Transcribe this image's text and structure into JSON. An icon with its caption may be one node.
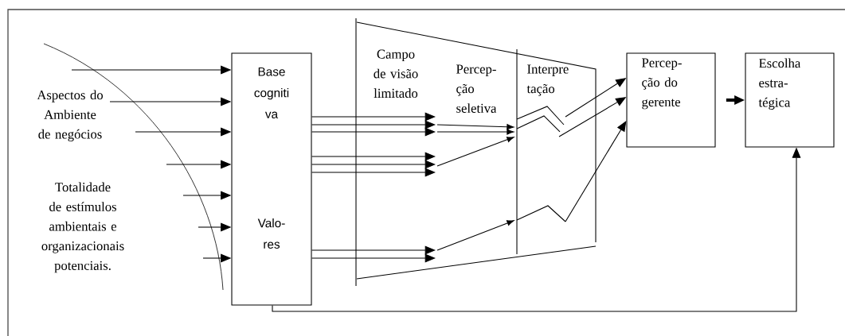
{
  "diagram": {
    "nodes": [
      {
        "text": [
          "Base cogniti va",
          "Valo- res"
        ]
      },
      {
        "text": [
          "Percep- ção do gerente"
        ]
      },
      {
        "text": [
          "Escolha estra- tégica"
        ]
      }
    ],
    "edges": [
      {
        "from": null,
        "to": 0,
        "arrow": "to"
      },
      {
        "from": null,
        "to": 0,
        "arrow": "to"
      },
      {
        "from": null,
        "to": 0,
        "arrow": "to"
      },
      {
        "from": null,
        "to": 0,
        "arrow": "to"
      },
      {
        "from": null,
        "to": 0,
        "arrow": "to"
      },
      {
        "from": null,
        "to": 0,
        "arrow": "to"
      },
      {
        "from": null,
        "to": 0,
        "arrow": "to"
      },
      {
        "from": 0,
        "to": null,
        "arrow": "to"
      },
      {
        "from": 0,
        "to": null,
        "arrow": "to"
      },
      {
        "from": 0,
        "to": null,
        "arrow": "to"
      },
      {
        "from": 0,
        "to": null,
        "arrow": "to"
      },
      {
        "from": 0,
        "to": null,
        "arrow": "to"
      },
      {
        "from": 0,
        "to": null,
        "arrow": "to"
      },
      {
        "from": 0,
        "to": null,
        "arrow": "to"
      },
      {
        "from": 0,
        "to": null,
        "arrow": "to"
      },
      {
        "from": null,
        "to": 1,
        "arrow": "to"
      },
      {
        "from": null,
        "to": 1,
        "arrow": "to"
      },
      {
        "from": null,
        "to": 1,
        "arrow": "to"
      },
      {
        "from": 1,
        "to": 2,
        "arrow": "to",
        "style": "thick"
      },
      {
        "from": 0,
        "to": 2,
        "arrow": "to"
      }
    ],
    "labels": [
      "Aspectos do Ambiente de negócios",
      "Totalidade de estímulos ambientais e organizacionais potenciais.",
      "Campo de visão limitado",
      "Percep- ção seletiva",
      "Interpre tação"
    ]
  }
}
